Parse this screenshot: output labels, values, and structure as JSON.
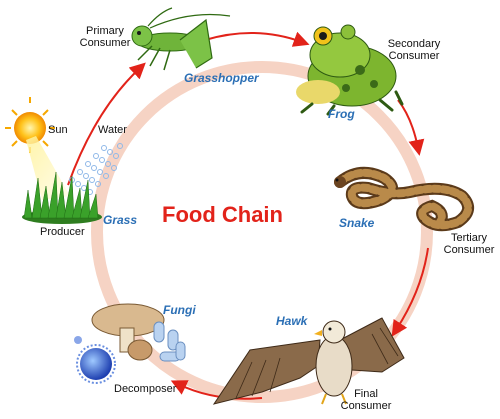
{
  "diagram": {
    "title": "Food Chain",
    "labels": {
      "primary_consumer": [
        "Primary",
        "Consumer"
      ],
      "secondary_consumer": [
        "Secondary",
        "Consumer"
      ],
      "tertiary_consumer": [
        "Tertiary",
        "Consumer"
      ],
      "final_consumer": [
        "Final",
        "Consumer"
      ],
      "producer": "Producer",
      "decomposer": "Decomposer",
      "sun": "Sun",
      "water": "Water"
    },
    "organisms": {
      "grass": "Grass",
      "grasshopper": "Grasshopper",
      "frog": "Frog",
      "snake": "Snake",
      "hawk": "Hawk",
      "fungi": "Fungi"
    },
    "colors": {
      "ring": "#f6d3c4",
      "arrow": "#e2231a",
      "title": "#e2231a",
      "organism_name": "#2b6fb5"
    }
  }
}
